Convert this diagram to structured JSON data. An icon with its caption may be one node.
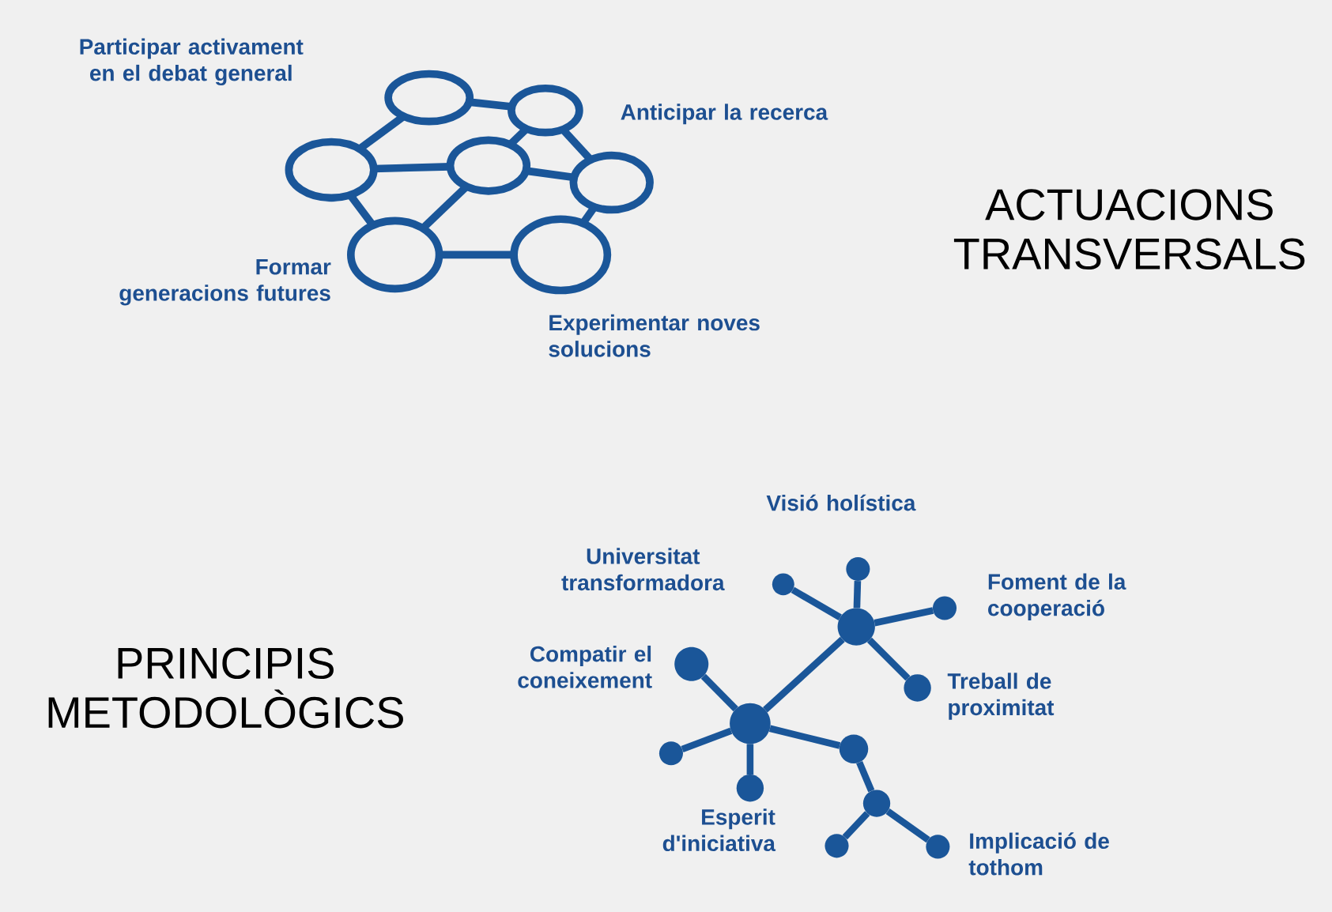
{
  "diagram": {
    "nodes": [
      {
        "text": [],
        "shape": "ellipse"
      },
      {
        "text": [],
        "shape": "ellipse"
      },
      {
        "text": [],
        "shape": "ellipse"
      },
      {
        "text": [],
        "shape": "ellipse"
      },
      {
        "text": [],
        "shape": "ellipse"
      },
      {
        "text": [],
        "shape": "ellipse"
      },
      {
        "text": [],
        "shape": "ellipse"
      },
      {
        "text": [],
        "shape": "circle"
      },
      {
        "text": [],
        "shape": "circle"
      },
      {
        "text": [],
        "shape": "circle"
      },
      {
        "text": [],
        "shape": "circle"
      },
      {
        "text": [],
        "shape": "circle"
      },
      {
        "text": [],
        "shape": "circle"
      },
      {
        "text": [],
        "shape": "circle"
      },
      {
        "text": [],
        "shape": "circle"
      },
      {
        "text": [],
        "shape": "circle"
      },
      {
        "text": [],
        "shape": "circle"
      },
      {
        "text": [],
        "shape": "circle"
      },
      {
        "text": [],
        "shape": "circle"
      },
      {
        "text": [],
        "shape": "circle"
      }
    ],
    "edges": [
      {
        "from": 0,
        "to": 1,
        "arrow": "none"
      },
      {
        "from": 0,
        "to": 2,
        "arrow": "none"
      },
      {
        "from": 1,
        "to": 3,
        "arrow": "none"
      },
      {
        "from": 1,
        "to": 4,
        "arrow": "none"
      },
      {
        "from": 2,
        "to": 3,
        "arrow": "none"
      },
      {
        "from": 3,
        "to": 4,
        "arrow": "none"
      },
      {
        "from": 2,
        "to": 5,
        "arrow": "none"
      },
      {
        "from": 3,
        "to": 5,
        "arrow": "none"
      },
      {
        "from": 4,
        "to": 6,
        "arrow": "none"
      },
      {
        "from": 5,
        "to": 6,
        "arrow": "none"
      },
      {
        "from": 7,
        "to": 8,
        "arrow": "none"
      },
      {
        "from": 7,
        "to": 9,
        "arrow": "none"
      },
      {
        "from": 7,
        "to": 10,
        "arrow": "none"
      },
      {
        "from": 7,
        "to": 11,
        "arrow": "none"
      },
      {
        "from": 7,
        "to": 12,
        "arrow": "none"
      },
      {
        "from": 12,
        "to": 13,
        "arrow": "none"
      },
      {
        "from": 12,
        "to": 14,
        "arrow": "none"
      },
      {
        "from": 12,
        "to": 15,
        "arrow": "none"
      },
      {
        "from": 12,
        "to": 16,
        "arrow": "none"
      },
      {
        "from": 16,
        "to": 17,
        "arrow": "none"
      },
      {
        "from": 17,
        "to": 18,
        "arrow": "none"
      },
      {
        "from": 17,
        "to": 19,
        "arrow": "none"
      }
    ],
    "labels": [
      "Participar activament en el debat general",
      "Anticipar la recerca",
      "ACTUACIONS TRANSVERSALS",
      "Formar generacions futures",
      "Experimentar noves solucions",
      "Visió holística",
      "Universitat transformadora",
      "Foment de la cooperació",
      "PRINCIPIS METODOLÒGICS",
      "Compatir el coneixement",
      "Treball de proximitat",
      "Esperit d'iniciativa",
      "Implicació de tothom"
    ]
  }
}
